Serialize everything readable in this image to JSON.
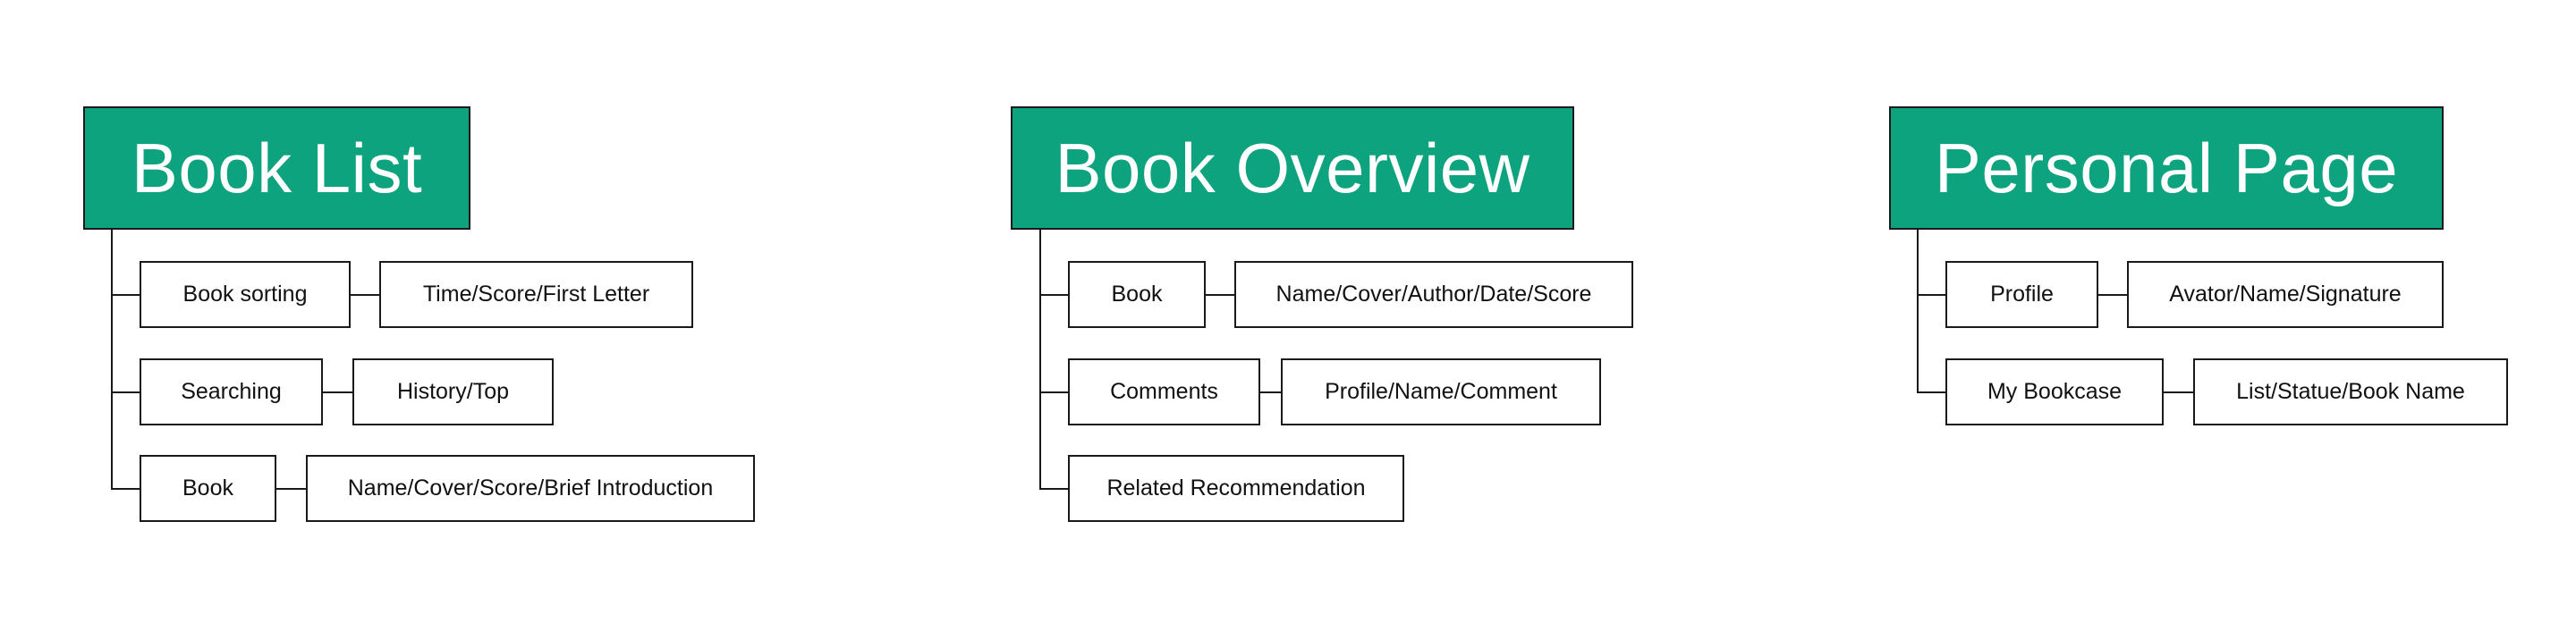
{
  "groups": [
    {
      "title": "Book List",
      "rows": [
        {
          "item": "Book sorting",
          "detail": "Time/Score/First Letter"
        },
        {
          "item": "Searching",
          "detail": "History/Top"
        },
        {
          "item": "Book",
          "detail": "Name/Cover/Score/Brief Introduction"
        }
      ]
    },
    {
      "title": "Book Overview",
      "rows": [
        {
          "item": "Book",
          "detail": "Name/Cover/Author/Date/Score"
        },
        {
          "item": "Comments",
          "detail": "Profile/Name/Comment"
        },
        {
          "item": "Related Recommendation",
          "detail": ""
        }
      ]
    },
    {
      "title": "Personal Page",
      "rows": [
        {
          "item": "Profile",
          "detail": "Avator/Name/Signature"
        },
        {
          "item": "My Bookcase",
          "detail": "List/Statue/Book Name"
        }
      ]
    }
  ],
  "colors": {
    "title_fill": "#0ea37f",
    "title_text": "#ffffff",
    "border": "#1a1a1a"
  }
}
